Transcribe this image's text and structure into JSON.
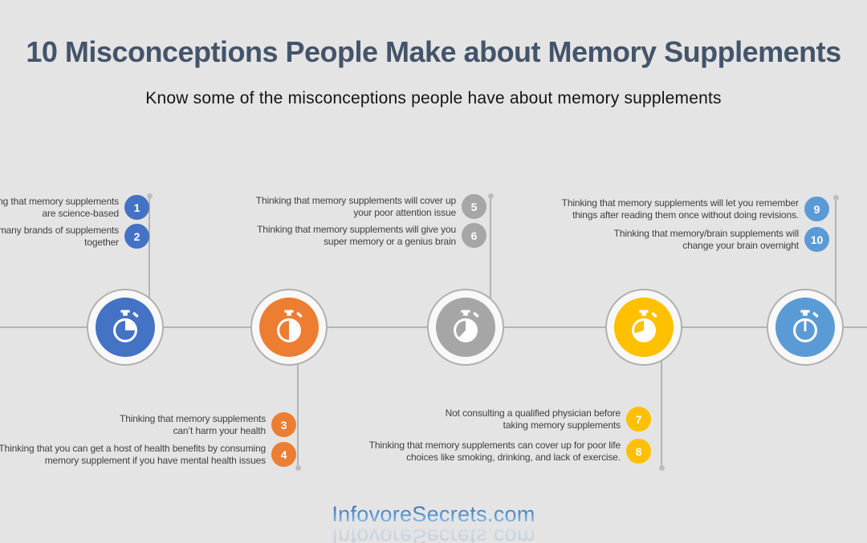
{
  "title": "10 Misconceptions People Make about Memory Supplements",
  "subtitle": "Know some of the misconceptions people have about memory supplements",
  "colors": {
    "background": "#E4E4E4",
    "title": "#44546A",
    "line": "#B3B3B3",
    "item_text": "#3F3F3F",
    "blue": "#4472C4",
    "orange": "#ED7D31",
    "gray": "#A6A6A6",
    "yellow": "#FFC000",
    "light_blue": "#5B9BD5"
  },
  "timeline": {
    "nodes": [
      {
        "icon": "stopwatch-quarter-icon",
        "color": "#4472C4"
      },
      {
        "icon": "stopwatch-half-icon",
        "color": "#ED7D31"
      },
      {
        "icon": "stopwatch-three-fifths-icon",
        "color": "#A6A6A6"
      },
      {
        "icon": "stopwatch-seven-tenths-icon",
        "color": "#FFC000"
      },
      {
        "icon": "stopwatch-hand-icon",
        "color": "#5B9BD5"
      }
    ]
  },
  "groups": [
    {
      "id": "top-left",
      "color": "#4472C4",
      "items": [
        {
          "num": "1",
          "text": "Thinking that memory supplements are science-based"
        },
        {
          "num": "2",
          "text": "Taking many brands of supplements together"
        }
      ]
    },
    {
      "id": "bottom-left",
      "color": "#ED7D31",
      "items": [
        {
          "num": "3",
          "text": "Thinking that memory supplements can’t harm your health"
        },
        {
          "num": "4",
          "text": "Thinking that you can get a host of health benefits by consuming memory supplement if you have mental health issues"
        }
      ]
    },
    {
      "id": "top-center",
      "color": "#A6A6A6",
      "items": [
        {
          "num": "5",
          "text": "Thinking that memory supplements will cover up your poor attention issue"
        },
        {
          "num": "6",
          "text": "Thinking that memory supplements will give you super memory or a genius brain"
        }
      ]
    },
    {
      "id": "bottom-center",
      "color": "#FFC000",
      "items": [
        {
          "num": "7",
          "text": "Not consulting a qualified physician before taking memory supplements"
        },
        {
          "num": "8",
          "text": "Thinking that memory supplements can cover up for poor life choices like smoking, drinking, and lack of exercise."
        }
      ]
    },
    {
      "id": "top-right",
      "color": "#5B9BD5",
      "items": [
        {
          "num": "9",
          "text": "Thinking that memory supplements will let you remember things after reading them once without doing revisions."
        },
        {
          "num": "10",
          "text": "Thinking that memory/brain supplements will change your brain overnight"
        }
      ]
    }
  ],
  "footer": {
    "site_label": "InfovoreSecrets.com"
  }
}
